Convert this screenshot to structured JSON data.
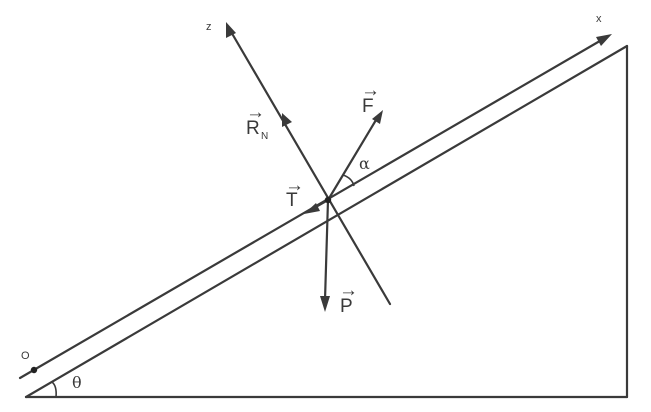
{
  "labels": {
    "x_axis": "x",
    "z_axis": "z",
    "origin": "O",
    "force_F": "F",
    "force_RN_main": "R",
    "force_RN_sub": "N",
    "force_T": "T",
    "force_P": "P",
    "angle_alpha": "α",
    "angle_theta": "θ",
    "vector_arrow": "→"
  }
}
